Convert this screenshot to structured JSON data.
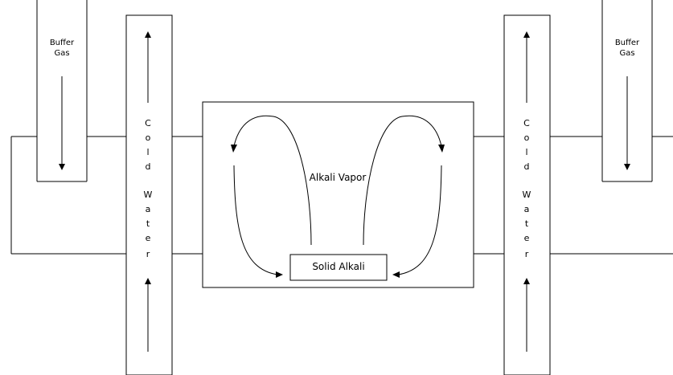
{
  "labels": {
    "buffer_gas_left_line1": "Buffer",
    "buffer_gas_left_line2": "Gas",
    "buffer_gas_right_line1": "Buffer",
    "buffer_gas_right_line2": "Gas",
    "alkali_vapor": "Alkali Vapor",
    "solid_alkali": "Solid Alkali",
    "cold_water_left_letters": [
      "C",
      "o",
      "l",
      "d",
      "W",
      "a",
      "t",
      "e",
      "r"
    ],
    "cold_water_right_letters": [
      "C",
      "o",
      "l",
      "d",
      "W",
      "a",
      "t",
      "e",
      "r"
    ]
  }
}
